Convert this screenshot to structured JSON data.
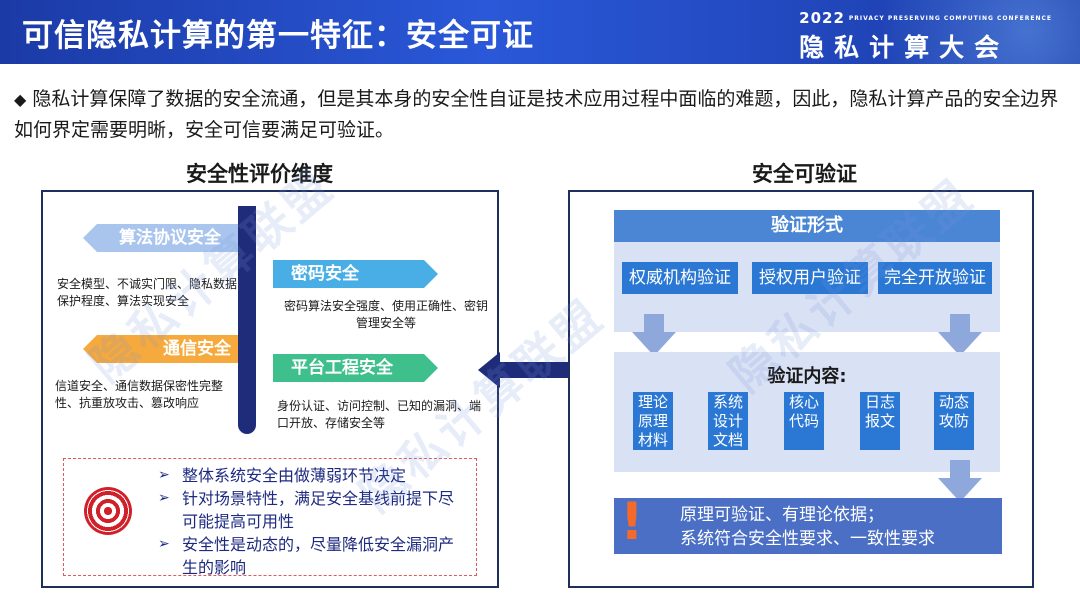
{
  "header": {
    "title": "可信隐私计算的第一特征：安全可证",
    "conf_year": "2022",
    "conf_en": "PRIVACY PRESERVING COMPUTING CONFERENCE",
    "conf_cn": "隐私计算大会"
  },
  "intro": {
    "bullet": "◆",
    "text": "隐私计算保障了数据的安全流通，但是其本身的安全性自证是技术应用过程中面临的难题，因此，隐私计算产品的安全边界如何界定需要明晰，安全可信要满足可验证。"
  },
  "left": {
    "title": "安全性评价维度",
    "algo": {
      "label": "算法协议安全",
      "desc": "安全模型、不诚实门限、隐私数据保护程度、算法实现安全"
    },
    "comm": {
      "label": "通信安全",
      "desc": "信道安全、通信数据保密性完整性、抗重放攻击、篡改响应"
    },
    "crypto": {
      "label": "密码安全",
      "desc": "密码算法安全强度、使用正确性、密钥管理安全等"
    },
    "plat": {
      "label": "平台工程安全",
      "desc": "身份认证、访问控制、已知的漏洞、端口开放、存储安全等"
    },
    "bullets": [
      "整体系统安全由做薄弱环节决定",
      "针对场景特性，满足安全基线前提下尽可能提高可用性",
      "安全性是动态的，尽量降低安全漏洞产生的影响"
    ]
  },
  "right": {
    "title": "安全可验证",
    "verify_head": "验证形式",
    "methods": [
      "权威机构验证",
      "授权用户验证",
      "完全开放验证"
    ],
    "content_head": "验证内容:",
    "contents": [
      "理论原理材料",
      "系统设计文档",
      "核心代码",
      "日志报文",
      "动态攻防"
    ],
    "exclaim": "!",
    "result_lines": [
      "原理可验证、有理论依据；",
      "系统符合安全性要求、一致性要求"
    ]
  },
  "watermark": "隐私计算联盟",
  "colors": {
    "header": "#1b3aa6",
    "algo": "#a9c5ee",
    "comm": "#f6a93c",
    "crypto": "#4aaee6",
    "plat": "#3fbf8c",
    "box_blue": "#2a78d4",
    "accent_red": "#d0202a"
  }
}
